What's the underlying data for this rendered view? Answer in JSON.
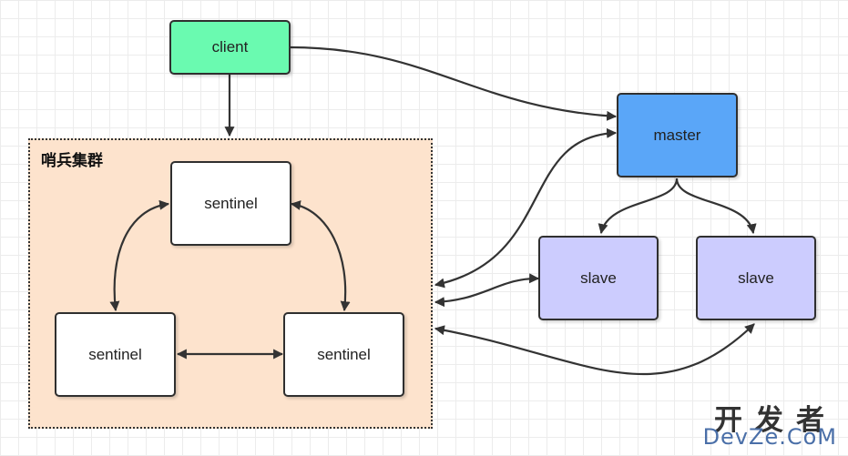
{
  "group": {
    "label": "哨兵集群",
    "fill": "#fde3cd"
  },
  "nodes": {
    "client": {
      "label": "client",
      "fill": "#6afab0"
    },
    "master": {
      "label": "master",
      "fill": "#5aa6f8"
    },
    "slave_1": {
      "label": "slave",
      "fill": "#ccccfe"
    },
    "slave_2": {
      "label": "slave",
      "fill": "#ccccfe"
    },
    "sentinel_top": {
      "label": "sentinel",
      "fill": "#ffffff"
    },
    "sentinel_left": {
      "label": "sentinel",
      "fill": "#ffffff"
    },
    "sentinel_right": {
      "label": "sentinel",
      "fill": "#ffffff"
    }
  },
  "watermark": {
    "zh": "开发者",
    "en": "DevZe.CoM"
  }
}
